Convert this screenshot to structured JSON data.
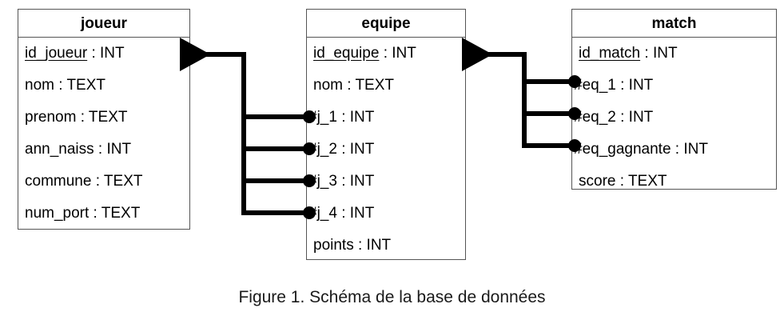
{
  "figure": {
    "caption": "Figure 1. Schéma de la base de données",
    "background_color": "#ffffff",
    "border_color": "#555555",
    "line_color": "#000000",
    "text_color": "#000000"
  },
  "tables": [
    {
      "name": "joueur",
      "fields": [
        {
          "prefix": "",
          "name": "id_joueur",
          "type": "INT",
          "key": "pk",
          "label": "id_joueur : INT"
        },
        {
          "prefix": "",
          "name": "nom",
          "type": "TEXT",
          "key": "",
          "label": "nom : TEXT"
        },
        {
          "prefix": "",
          "name": "prenom",
          "type": "TEXT",
          "key": "",
          "label": "prenom : TEXT"
        },
        {
          "prefix": "",
          "name": "ann_naiss",
          "type": "INT",
          "key": "",
          "label": "ann_naiss : INT"
        },
        {
          "prefix": "",
          "name": "commune",
          "type": "TEXT",
          "key": "",
          "label": "commune : TEXT"
        },
        {
          "prefix": "",
          "name": "num_port",
          "type": "TEXT",
          "key": "",
          "label": "num_port : TEXT"
        }
      ]
    },
    {
      "name": "equipe",
      "fields": [
        {
          "prefix": "",
          "name": "id_equipe",
          "type": "INT",
          "key": "pk",
          "label": "id_equipe : INT"
        },
        {
          "prefix": "",
          "name": "nom",
          "type": "TEXT",
          "key": "",
          "label": "nom : TEXT"
        },
        {
          "prefix": "#",
          "name": "j_1",
          "type": "INT",
          "key": "fk",
          "label": "j_1 : INT"
        },
        {
          "prefix": "#",
          "name": "j_2",
          "type": "INT",
          "key": "fk",
          "label": "j_2 : INT"
        },
        {
          "prefix": "#",
          "name": "j_3",
          "type": "INT",
          "key": "fk",
          "label": "j_3 : INT"
        },
        {
          "prefix": "#",
          "name": "j_4",
          "type": "INT",
          "key": "fk",
          "label": "j_4 : INT"
        },
        {
          "prefix": "",
          "name": "points",
          "type": "INT",
          "key": "",
          "label": "points : INT"
        }
      ]
    },
    {
      "name": "match",
      "fields": [
        {
          "prefix": "",
          "name": "id_match",
          "type": "INT",
          "key": "pk",
          "label": "id_match : INT"
        },
        {
          "prefix": "#",
          "name": "eq_1",
          "type": "INT",
          "key": "fk",
          "label": "eq_1 : INT"
        },
        {
          "prefix": "#",
          "name": "eq_2",
          "type": "INT",
          "key": "fk",
          "label": "eq_2 : INT"
        },
        {
          "prefix": "#",
          "name": "eq_gagnante",
          "type": "INT",
          "key": "fk",
          "label": "eq_gagnante : INT"
        },
        {
          "prefix": "",
          "name": "score",
          "type": "TEXT",
          "key": "",
          "label": "score : TEXT"
        }
      ]
    }
  ],
  "relations": [
    {
      "from_table": "equipe",
      "from_fields": [
        "j_1",
        "j_2",
        "j_3",
        "j_4"
      ],
      "to_table": "joueur",
      "to_field": "id_joueur"
    },
    {
      "from_table": "match",
      "from_fields": [
        "eq_1",
        "eq_2",
        "eq_gagnante"
      ],
      "to_table": "equipe",
      "to_field": "id_equipe"
    }
  ]
}
